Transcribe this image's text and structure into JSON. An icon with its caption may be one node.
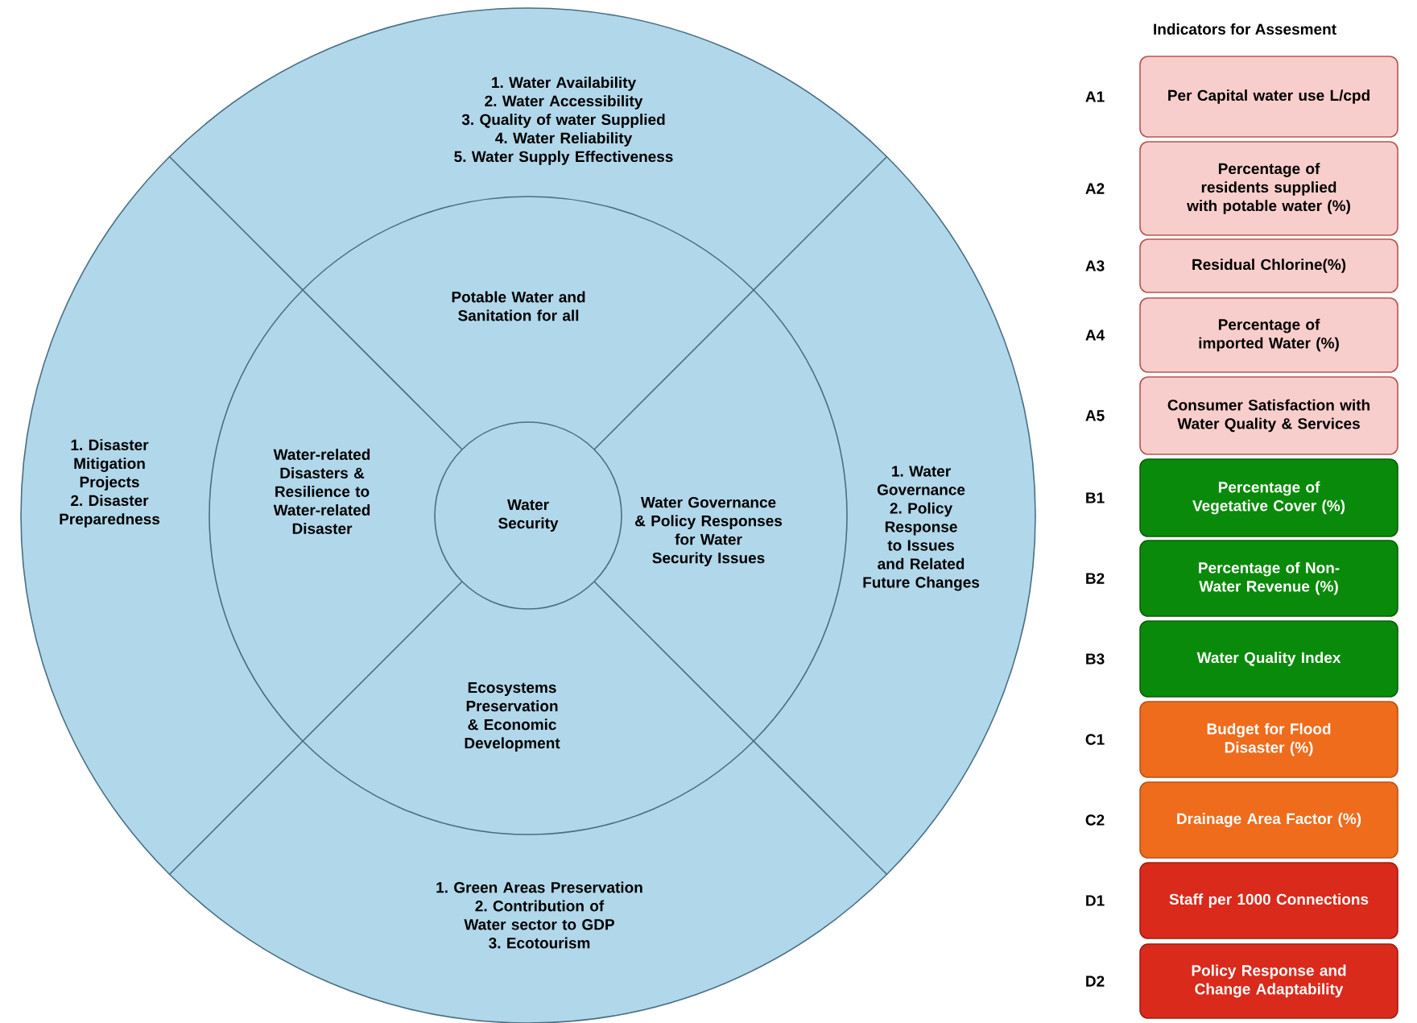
{
  "diagram": {
    "nodes": [
      {
        "text": [],
        "shape": "circle"
      },
      {
        "text": [
          "1. Water Availability",
          "2. Water Accessibility",
          "3. Quality of water Supplied",
          "4. Water Reliability",
          "5. Water Supply Effectiveness"
        ],
        "in": 0
      },
      {
        "text": [
          "1. Disaster Mitigation Projects",
          "2. Disaster Preparedness"
        ],
        "in": 0
      },
      {
        "text": [
          "1. Water Governance",
          "2. Policy Response to Issues and Related Future Changes"
        ],
        "in": 0
      },
      {
        "text": [
          "1. Green Areas Preservation",
          "2. Contribution of Water sector to GDP",
          "3. Ecotourism"
        ],
        "in": 0
      },
      {
        "text": [],
        "shape": "circle",
        "in": 0
      },
      {
        "text": [
          "Potable Water and Sanitation for all"
        ],
        "in": 5
      },
      {
        "text": [
          "Water-related Disasters & Resilience to Water-related Disaster"
        ],
        "in": 5
      },
      {
        "text": [
          "Water Governance & Policy Responses for Water Security Issues"
        ],
        "in": 5
      },
      {
        "text": [
          "Ecosystems Preservation & Economic Development"
        ],
        "in": 5
      },
      {
        "text": [
          "Water Security"
        ],
        "in": 5
      },
      {
        "text": [
          "Per Capital water use L/cpd"
        ],
        "beside": [
          "A1"
        ]
      },
      {
        "text": [
          "Percentage of residents supplied with potable water (%)"
        ],
        "beside": [
          "A2"
        ]
      },
      {
        "text": [
          "Residual Chlorine(%)"
        ],
        "beside": [
          "A3"
        ]
      },
      {
        "text": [
          "Percentage of imported Water (%)"
        ],
        "beside": [
          "A4"
        ]
      },
      {
        "text": [
          "Consumer Satisfaction with Water Quality & Services"
        ],
        "beside": [
          "A5"
        ]
      },
      {
        "text": [
          "Percentage of Vegetative Cover (%)"
        ],
        "beside": [
          "B1"
        ]
      },
      {
        "text": [
          "Percentage of Non-Water Revenue (%)"
        ],
        "beside": [
          "B2"
        ]
      },
      {
        "text": [
          "Water Quality Index"
        ],
        "beside": [
          "B3"
        ]
      },
      {
        "text": [
          "Budget for Flood Disaster (%)"
        ],
        "beside": [
          "C1"
        ]
      },
      {
        "text": [
          "Drainage Area Factor (%)"
        ],
        "beside": [
          "C2"
        ]
      },
      {
        "text": [
          "Staff per 1000 Connections"
        ],
        "beside": [
          "D1"
        ]
      },
      {
        "text": [
          "Policy Response and Change Adaptability"
        ],
        "beside": [
          "D2"
        ]
      }
    ],
    "labels": [
      "Indicators for Assesment"
    ]
  }
}
